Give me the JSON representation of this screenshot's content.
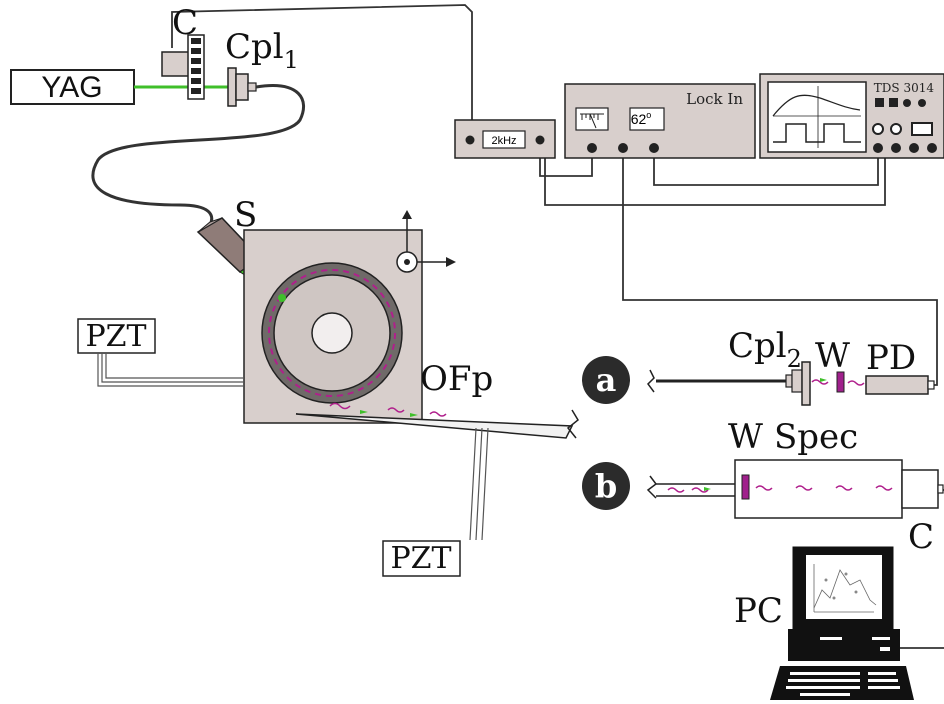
{
  "labels": {
    "yag": "YAG",
    "chopper_top": "C",
    "coupler1": "Cpl",
    "coupler1_sub": "1",
    "taper_s": "S",
    "pzt_left": "PZT",
    "pzt_bottom": "PZT",
    "ofp": "OFp",
    "freq_gen": "2kHz",
    "lockin": "Lock In",
    "lockin_phase": "62",
    "lockin_phase_unit": "o",
    "scope": "TDS 3014",
    "coupler2": "Cpl",
    "coupler2_sub": "2",
    "window_a": "W",
    "photodiode": "PD",
    "marker_a": "a",
    "marker_b": "b",
    "window_b": "W",
    "spec": "Spec",
    "camera_c": "C",
    "pc": "PC"
  },
  "colors": {
    "device_fill": "#d8cfcc",
    "laser_green": "#3fbf2a",
    "signal_magenta": "#b0208c",
    "wire": "#3a3a3a",
    "marker_fill": "#2b2b2b"
  }
}
